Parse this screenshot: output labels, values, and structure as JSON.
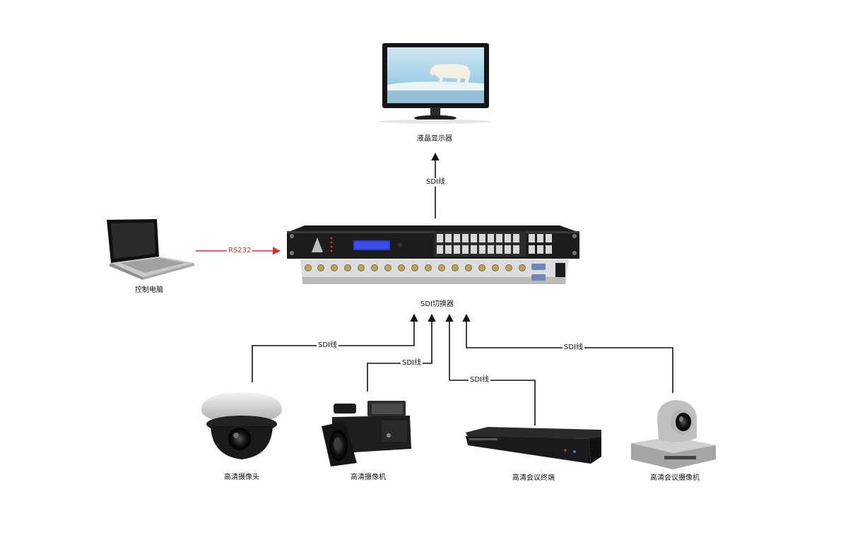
{
  "devices": {
    "monitor": {
      "label": "液晶显示器",
      "icon": "lcd-monitor-icon"
    },
    "laptop": {
      "label": "控制电脑",
      "icon": "laptop-icon"
    },
    "switcher": {
      "label": "SDI切换器",
      "icon": "sdi-matrix-switcher-icon"
    },
    "dome_camera": {
      "label": "高清摄像头",
      "icon": "dome-camera-icon"
    },
    "camcorder": {
      "label": "高清摄像机",
      "icon": "camcorder-icon"
    },
    "conference_terminal": {
      "label": "高清会议终端",
      "icon": "conference-terminal-icon"
    },
    "ptz_camera": {
      "label": "高清会议摄像机",
      "icon": "ptz-camera-icon"
    }
  },
  "links": {
    "monitor": "SDI线",
    "laptop": "RS232",
    "dome_camera": "SDI线",
    "camcorder": "SDI线",
    "conference_terminal": "SDI线",
    "ptz_camera": "SDI线"
  },
  "colors": {
    "control_link": "#d62d2d",
    "sdi_link": "#111111",
    "switcher_face": "#1c1c1c",
    "switcher_display": "#2a3bd1"
  }
}
